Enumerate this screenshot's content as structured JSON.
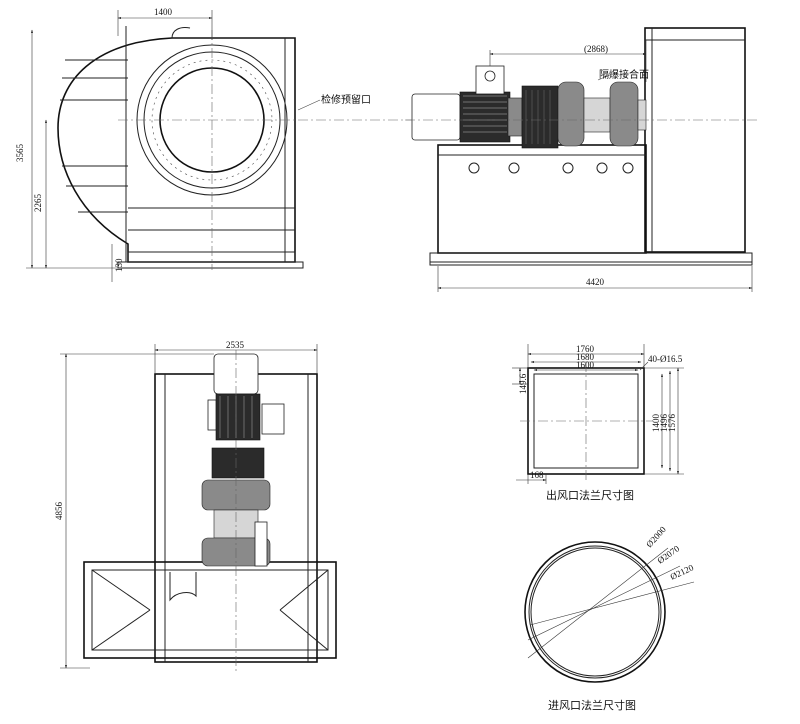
{
  "side_view": {
    "width_dim": "1400",
    "total_height_dim": "3565",
    "center_height_dim": "2265",
    "base_dim": "130",
    "inspection_window_label": "检修预留口"
  },
  "front_view": {
    "coupling_dim": "(2868)",
    "flange_label": "隔爆接合面",
    "total_length_dim": "4420"
  },
  "top_view": {
    "width_dim": "2535",
    "height_dim": "4856"
  },
  "outlet_flange": {
    "dim_1760": "1760",
    "dim_1680": "1680",
    "dim_1600": "1600",
    "holes_dim": "40-Ø16.5",
    "dim_1496": "1496",
    "dim_1400": "1400",
    "dim_1576": "1576",
    "pitch_dim": "149.6",
    "spacing_dim": "168",
    "caption": "出风口法兰尺寸图"
  },
  "inlet_flange": {
    "d1": "Ø2000",
    "d2": "Ø2070",
    "d3": "Ø2120",
    "caption": "进风口法兰尺寸图"
  }
}
